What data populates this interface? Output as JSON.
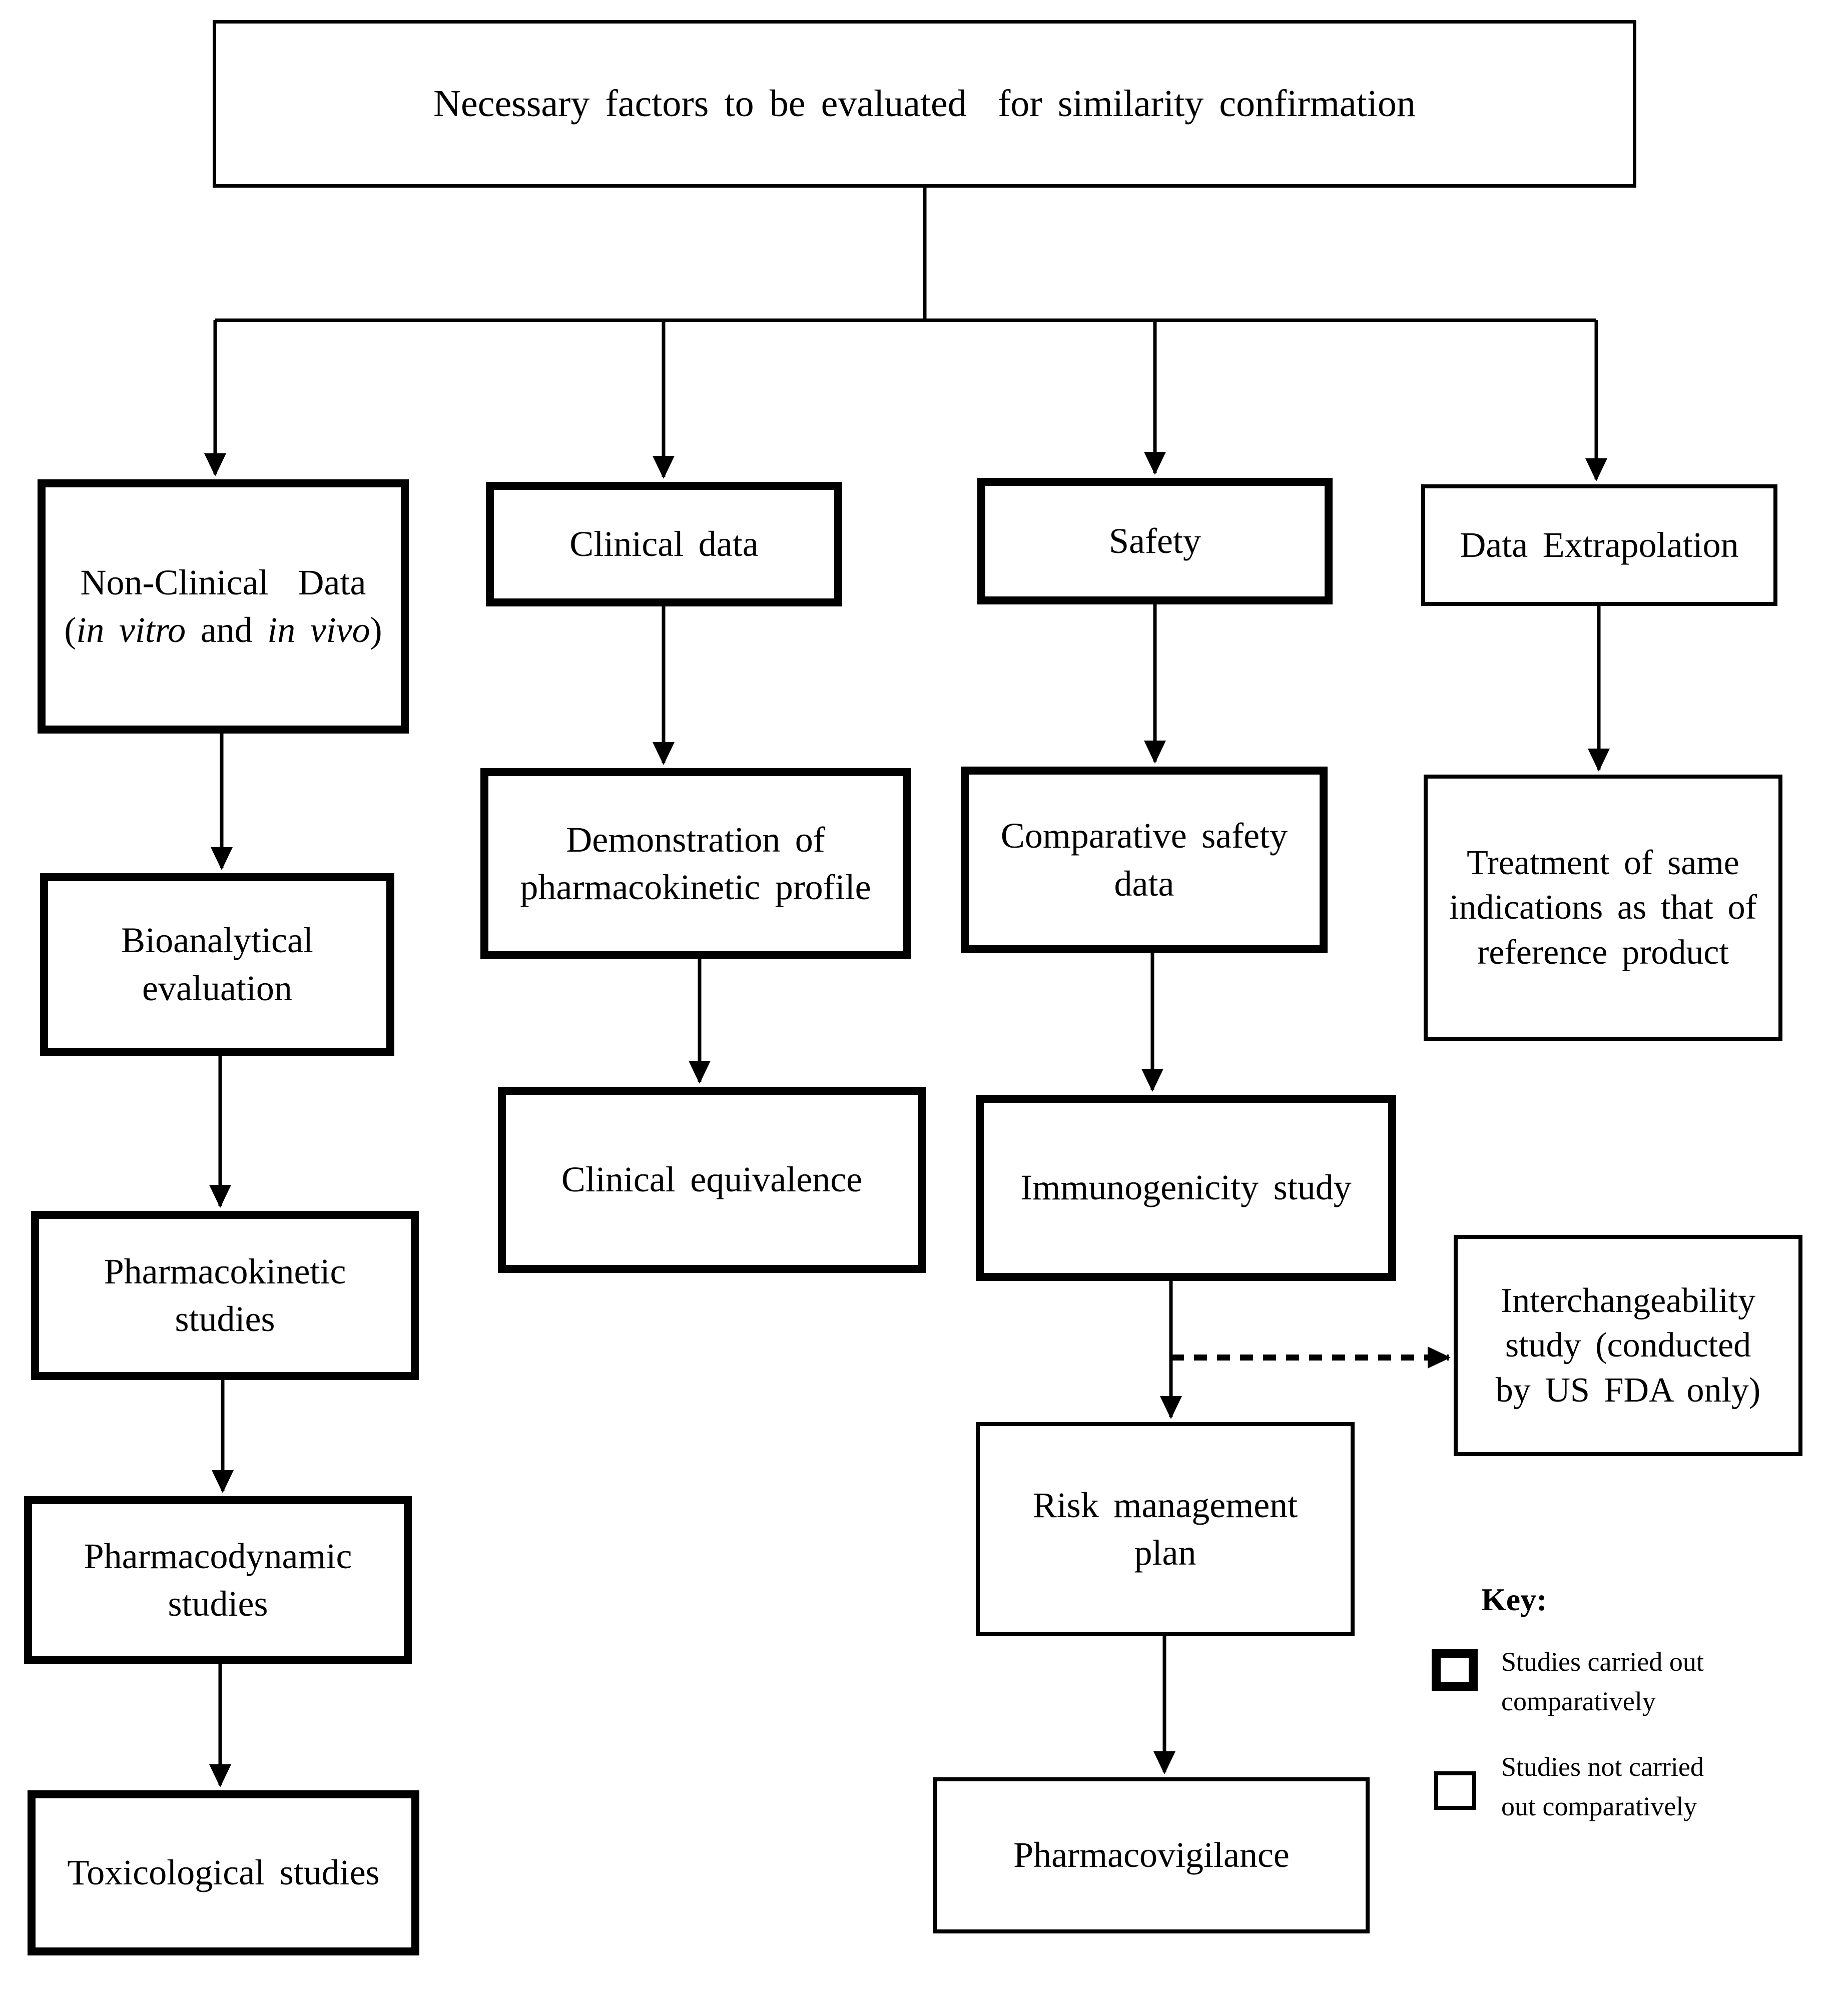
{
  "title": "Necessary factors to be evaluated  for similarity confirmation",
  "nodes": {
    "non_clinical": {
      "line1": "Non-Clinical  Data",
      "open": "(",
      "it1": "in vitro",
      "and": " and ",
      "it2": "in vivo",
      "close": ")"
    },
    "bioanalytical": {
      "line1": "Bioanalytical",
      "line2": "evaluation"
    },
    "pharmacokinetic": {
      "line1": "Pharmacokinetic",
      "line2": "studies"
    },
    "pharmacodynamic": {
      "line1": "Pharmacodynamic",
      "line2": "studies"
    },
    "toxicological": {
      "line1": "Toxicological studies"
    },
    "clinical_data": {
      "line1": "Clinical data"
    },
    "demonstration_pk": {
      "line1": "Demonstration of",
      "line2": "pharmacokinetic profile"
    },
    "clinical_equivalence": {
      "line1": "Clinical equivalence"
    },
    "safety": {
      "line1": "Safety"
    },
    "comparative_safety": {
      "line1": "Comparative safety",
      "line2": "data"
    },
    "immunogenicity": {
      "line1": "Immunogenicity study"
    },
    "risk_management": {
      "line1": "Risk management",
      "line2": "plan"
    },
    "pharmacovigilance": {
      "line1": "Pharmacovigilance"
    },
    "data_extrapolation": {
      "line1": "Data Extrapolation"
    },
    "treatment_same_indications": {
      "line1": "Treatment of same",
      "line2": "indications as that of",
      "line3": "reference product"
    },
    "interchangeability": {
      "line1": "Interchangeability",
      "line2": "study (conducted",
      "line3": "by US FDA only)"
    }
  },
  "key": {
    "title": "Key:",
    "item_thick": {
      "line1": "Studies carried out",
      "line2": "comparatively"
    },
    "item_thin": {
      "line1": "Studies not carried",
      "line2": "out comparatively"
    }
  },
  "colors": {
    "background": "#ffffff",
    "line": "#000000"
  }
}
